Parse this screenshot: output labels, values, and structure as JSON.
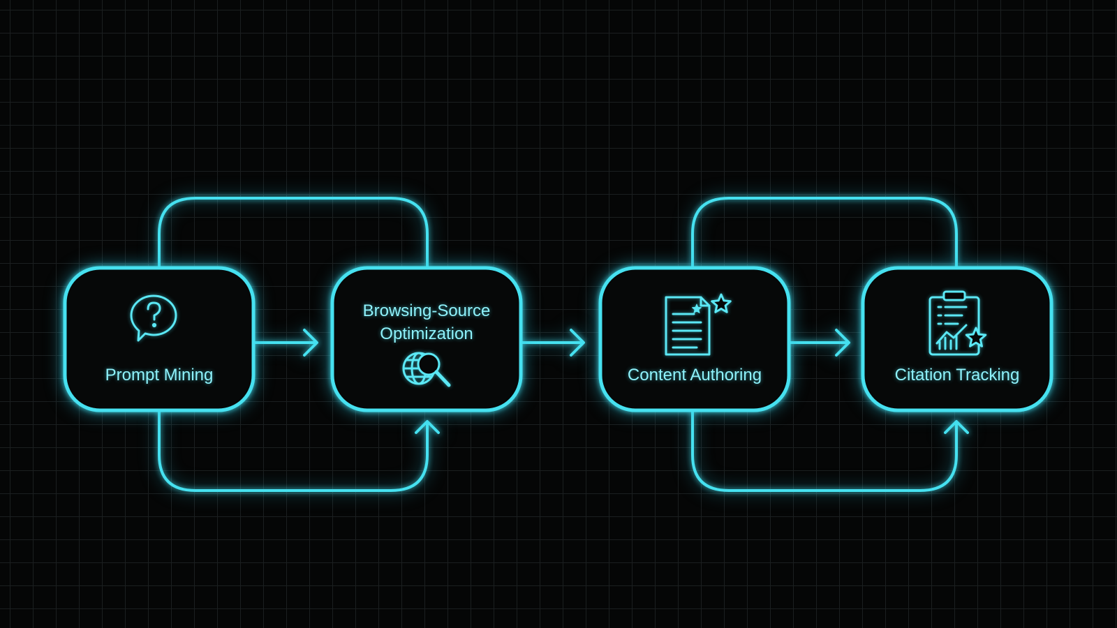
{
  "colors": {
    "background": "#050606",
    "grid": "#1b1f20",
    "accent": "#46e1f0",
    "label": "#8ff2fb"
  },
  "nodes": [
    {
      "id": "prompt-mining",
      "label": "Prompt Mining",
      "icon": "question-speech-bubble-icon"
    },
    {
      "id": "browsing-source-optimization",
      "label_line1": "Browsing-Source",
      "label_line2": "Optimization",
      "icon": "globe-magnifier-icon"
    },
    {
      "id": "content-authoring",
      "label": "Content Authoring",
      "icon": "document-star-icon"
    },
    {
      "id": "citation-tracking",
      "label": "Citation Tracking",
      "icon": "clipboard-chart-star-icon"
    }
  ],
  "edges": [
    {
      "from": "prompt-mining",
      "to": "browsing-source-optimization",
      "style": "straight-arrow"
    },
    {
      "from": "browsing-source-optimization",
      "to": "content-authoring",
      "style": "straight-arrow"
    },
    {
      "from": "content-authoring",
      "to": "citation-tracking",
      "style": "straight-arrow"
    },
    {
      "from": "prompt-mining",
      "to": "browsing-source-optimization",
      "style": "top-loop"
    },
    {
      "from": "prompt-mining",
      "to": "browsing-source-optimization",
      "style": "bottom-loop-arrow"
    },
    {
      "from": "content-authoring",
      "to": "citation-tracking",
      "style": "top-loop"
    },
    {
      "from": "content-authoring",
      "to": "citation-tracking",
      "style": "bottom-loop-arrow"
    }
  ]
}
